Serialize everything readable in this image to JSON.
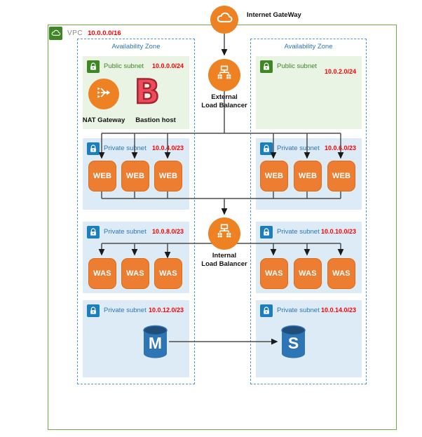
{
  "vpc": {
    "label": "VPC",
    "cidr": "10.0.0.0/16"
  },
  "azs": {
    "left": {
      "label": "Availability Zone",
      "public": {
        "label": "Public subnet",
        "cidr": "10.0.0.0/24"
      },
      "web": {
        "label": "Private subnet",
        "cidr": "10.0.4.0/23"
      },
      "was": {
        "label": "Private subnet",
        "cidr": "10.0.8.0/23"
      },
      "db": {
        "label": "Private subnet",
        "cidr": "10.0.12.0/23"
      }
    },
    "right": {
      "label": "Availability Zone",
      "public": {
        "label": "Public subnet",
        "cidr": "10.0.2.0/24"
      },
      "web": {
        "label": "Private subnet",
        "cidr": "10.0.6.0/23"
      },
      "was": {
        "label": "Private subnet",
        "cidr": "10.0.10.0/23"
      },
      "db": {
        "label": "Private subnet",
        "cidr": "10.0.14.0/23"
      }
    }
  },
  "nodes": {
    "internet_gateway": "Internet GateWay",
    "nat_gateway": "NAT Gateway",
    "bastion_letter": "B",
    "bastion": "Bastion host",
    "elb_line1": "External",
    "elb_line2": "Load Balancer",
    "ilb_line1": "Internal",
    "ilb_line2": "Load Balancer",
    "web": "WEB",
    "was": "WAS",
    "db_master": "M",
    "db_slave": "S"
  },
  "icons": {
    "internet_gateway": "cloud-icon",
    "vpc": "cloud-icon",
    "nat_gateway": "branch-arrows-icon",
    "load_balancer": "node-tree-icon",
    "public_subnet": "lock-icon",
    "private_subnet": "lock-icon",
    "database": "cylinder-icon"
  },
  "colors": {
    "aws_orange": "#ED7D31",
    "vpc_border_green": "#70AD47",
    "az_border_blue": "#4F97D6",
    "public_subnet_bg": "#E9F4E4",
    "private_subnet_bg": "#DDEBF7",
    "public_label_green": "#3F8624",
    "private_label_blue": "#2E75B6",
    "cidr_red": "#FF0000",
    "db_blue": "#2E75B6",
    "db_top_navy": "#1F4E79",
    "bastion_red": "#ED4C5C",
    "wire_gray": "#4D4D4D"
  }
}
